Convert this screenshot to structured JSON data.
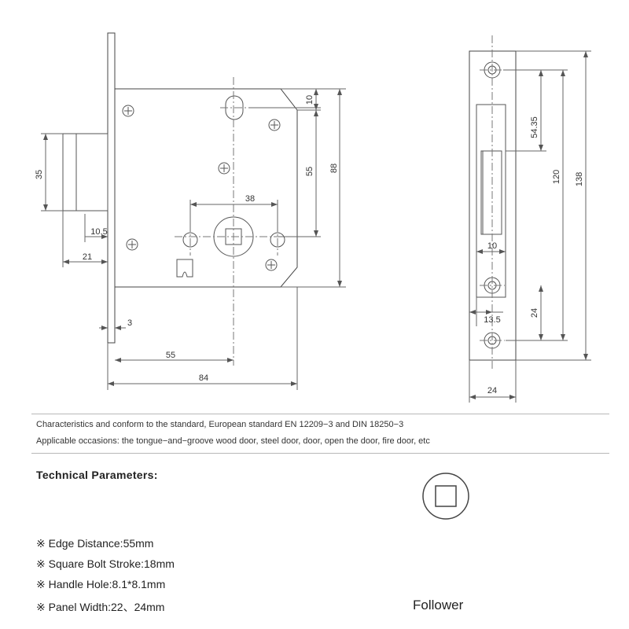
{
  "drawing": {
    "lock_body_dims": {
      "height_35": "35",
      "offset_10_5": "10.5",
      "width_21": "21",
      "faceplate_3": "3",
      "backset_55": "55",
      "depth_84": "84",
      "spindle_38": "38",
      "top_10": "10",
      "vertical_55": "55",
      "height_88": "88"
    },
    "strike_plate_dims": {
      "dim_54_35": "54.35",
      "dim_120": "120",
      "dim_138": "138",
      "dim_10": "10",
      "dim_24_vertical": "24",
      "dim_13_5": "13.5",
      "dim_24_width": "24"
    }
  },
  "info": {
    "standard_line": "Characteristics and conform to the standard, European standard EN 12209−3 and DIN 18250−3",
    "occasions_line": "Applicable occasions: the tongue−and−groove wood door, steel door, door, open the door, fire door, etc"
  },
  "technical": {
    "title": "Technical Parameters:",
    "items": [
      "※ Edge Distance:55mm",
      "※ Square Bolt Stroke:18mm",
      "※ Handle Hole:8.1*8.1mm",
      "※ Panel Width:22、24mm"
    ]
  },
  "follower": {
    "caption": "Follower"
  }
}
